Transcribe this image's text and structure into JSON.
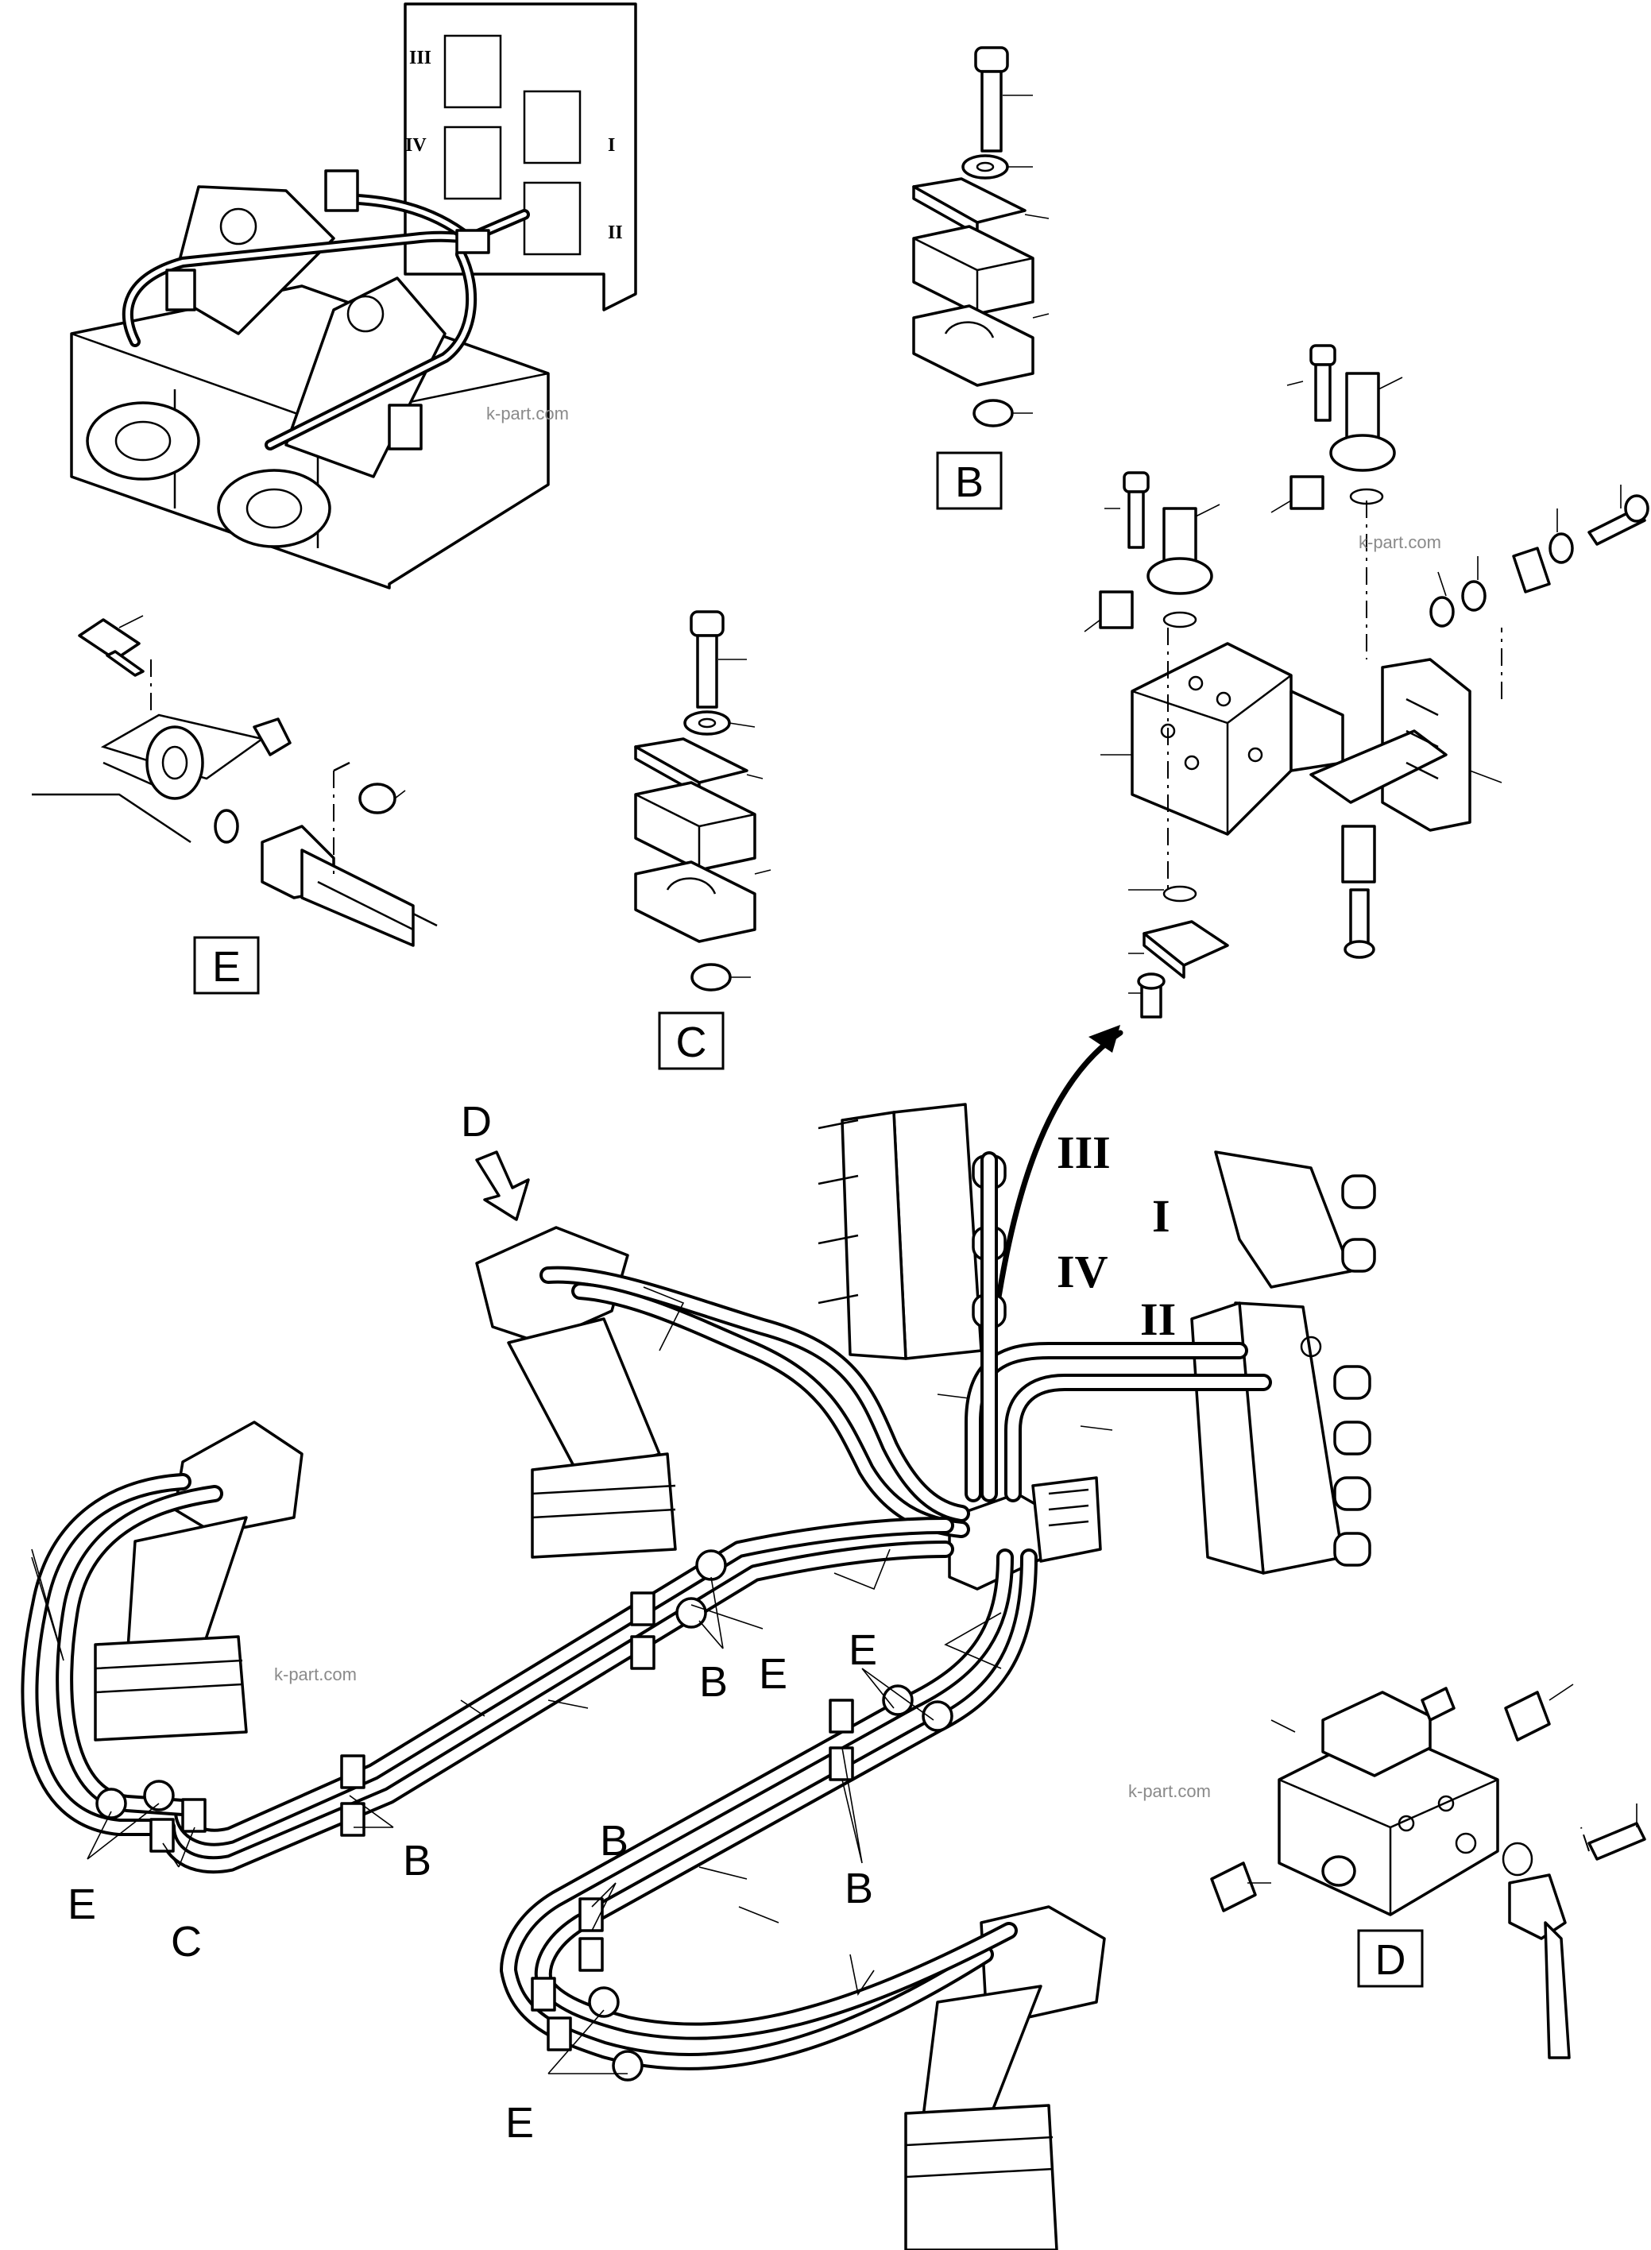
{
  "watermark": "k-part.com",
  "view_labels": {
    "B": "B",
    "C": "C",
    "D": "D",
    "E": "E"
  },
  "callouts": {
    "E": "E",
    "B": "B",
    "C": "C",
    "D": "D"
  },
  "roman_numerals": {
    "i": "I",
    "ii": "II",
    "iii": "III",
    "iv": "IV"
  }
}
